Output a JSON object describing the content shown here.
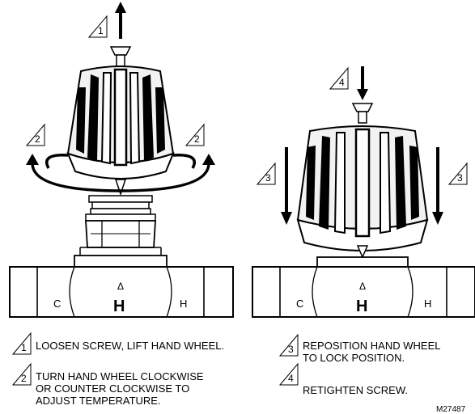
{
  "steps": {
    "step1": {
      "number": "1",
      "text": "LOOSEN SCREW, LIFT HAND WHEEL."
    },
    "step2": {
      "number": "2",
      "line1": "TURN HAND WHEEL CLOCKWISE",
      "line2": "OR COUNTER CLOCKWISE TO",
      "line3": "ADJUST TEMPERATURE."
    },
    "step3": {
      "number": "3",
      "line1": "REPOSITION HAND WHEEL",
      "line2": "TO LOCK POSITION."
    },
    "step4": {
      "number": "4",
      "text": "RETIGHTEN SCREW."
    }
  },
  "valve_labels": {
    "cold": "C",
    "hot": "H",
    "big_h": "H",
    "marker": "Δ"
  },
  "figure_id": "M27487"
}
